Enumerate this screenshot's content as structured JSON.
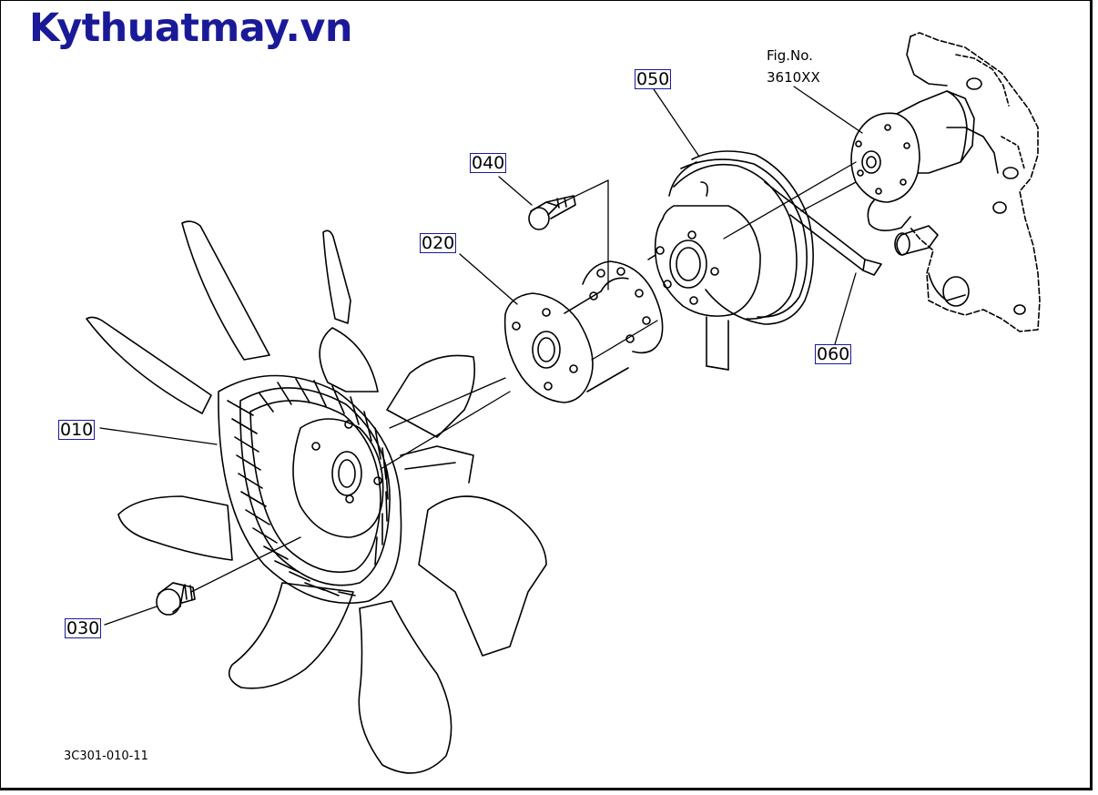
{
  "brand": {
    "text": "Kythuatmay.vn"
  },
  "figure_ref": {
    "line1": "Fig.No.",
    "line2": "3610XX"
  },
  "parts": {
    "p010": "010",
    "p020": "020",
    "p030": "030",
    "p040": "040",
    "p050": "050",
    "p060": "060"
  },
  "footer": {
    "code": "3C301-010-11"
  },
  "colors": {
    "brand": "#1a1a99",
    "label_border": "#1a1a99",
    "line": "#000000"
  }
}
